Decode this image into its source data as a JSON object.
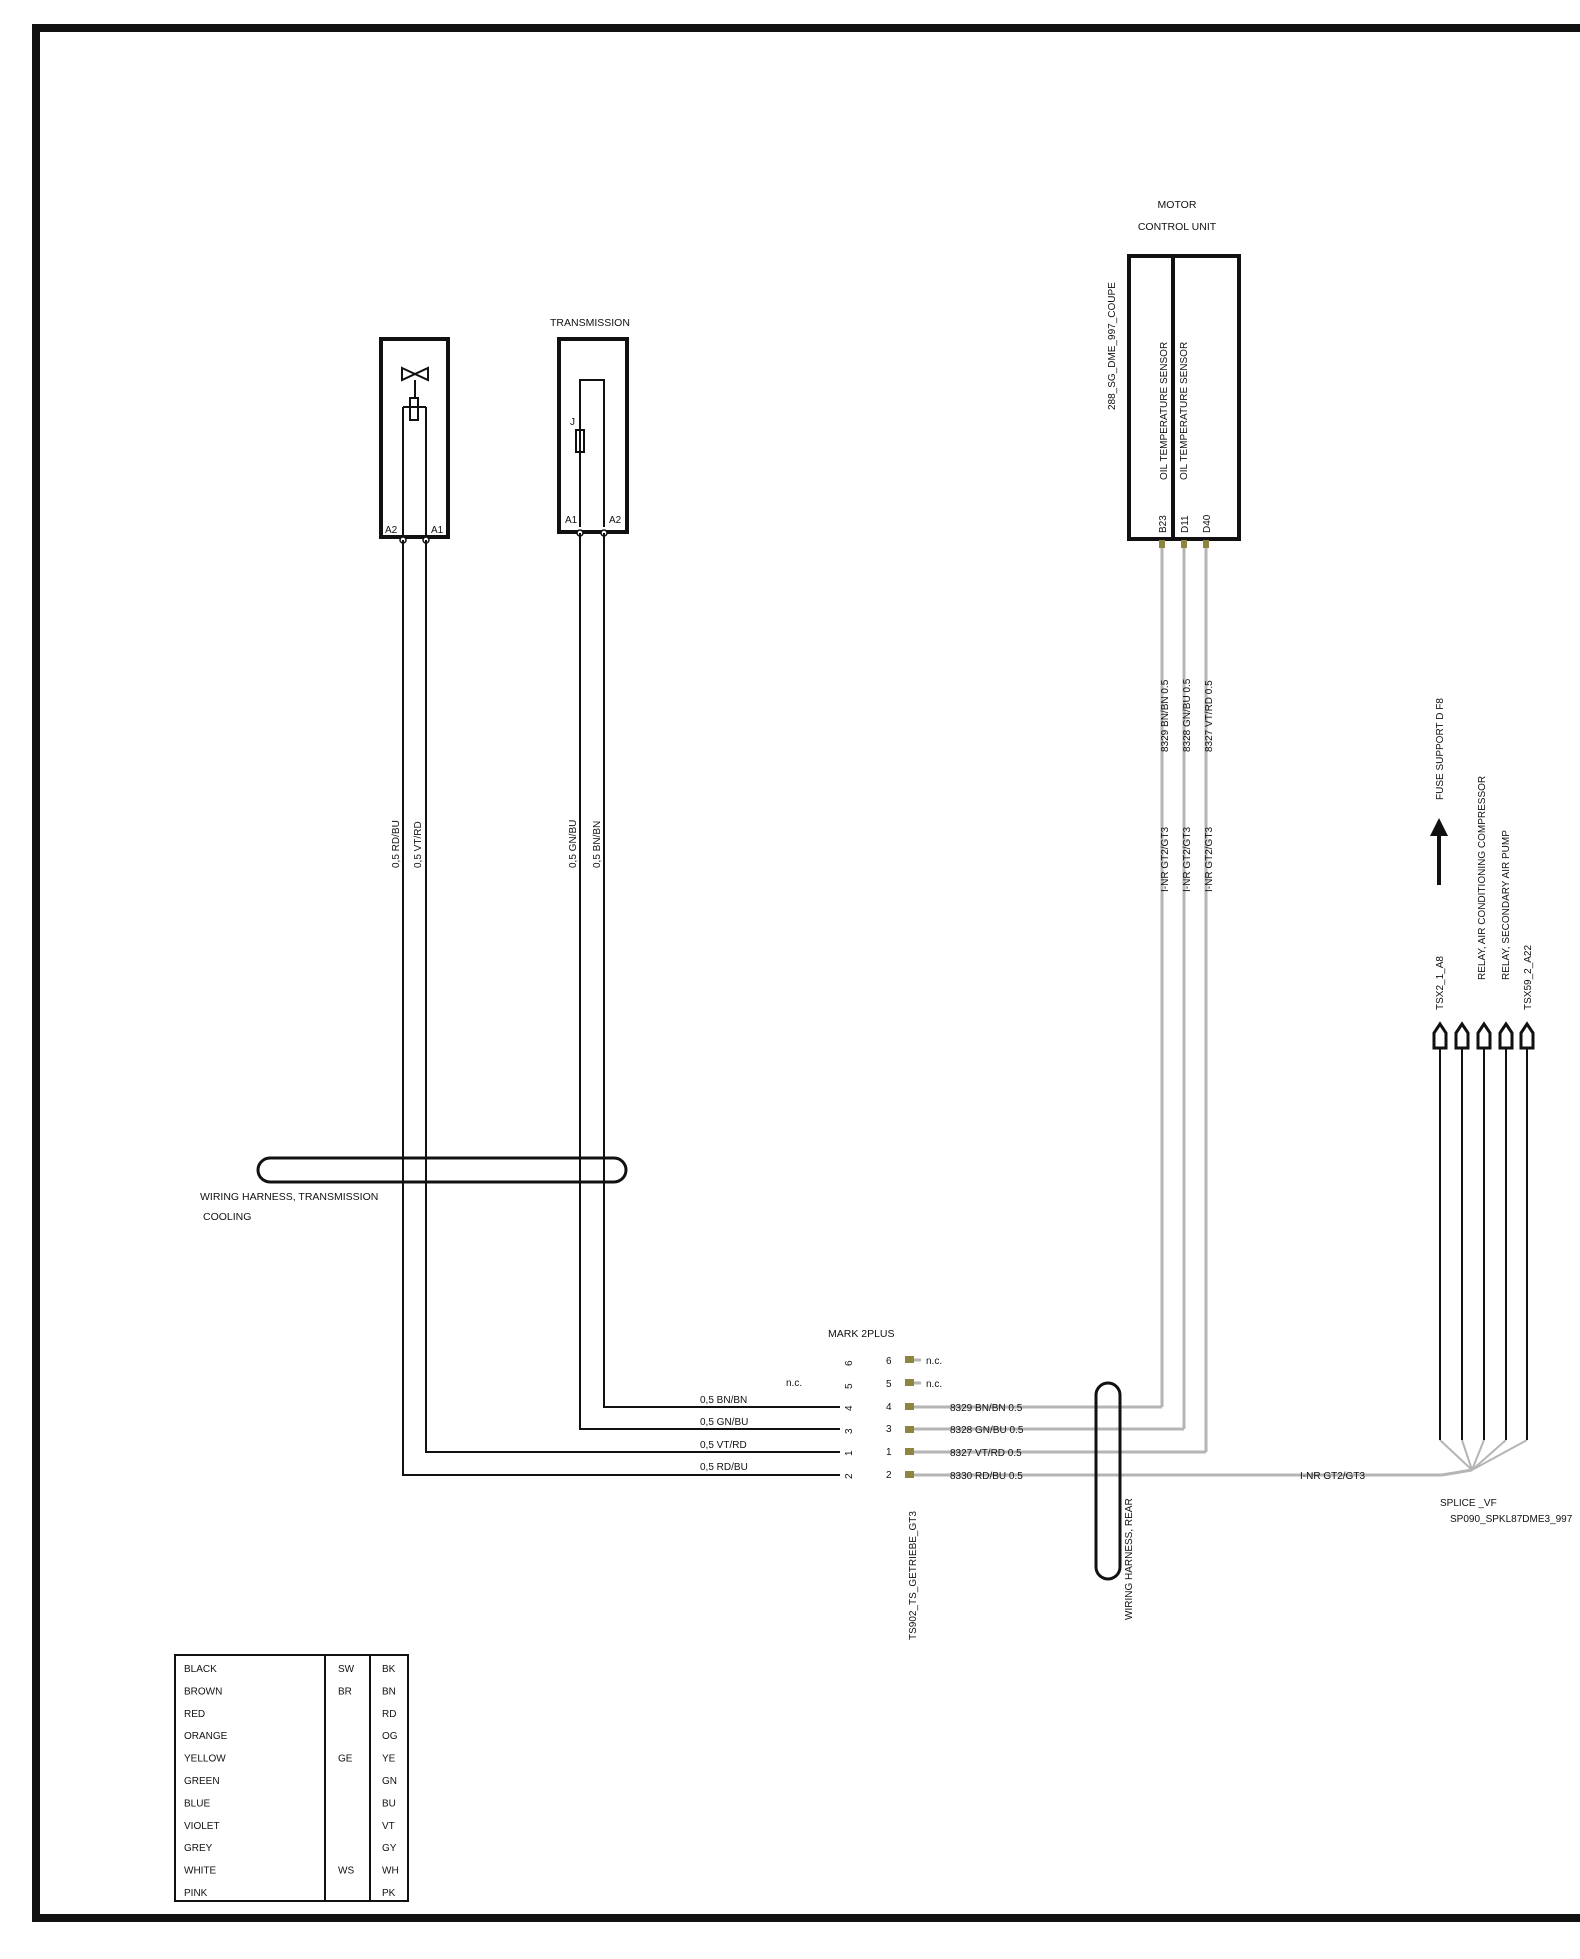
{
  "transmission": {
    "title": "TRANSMISSION"
  },
  "component_left": {
    "pins": [
      "A2",
      "A1"
    ]
  },
  "component_transmission": {
    "pins": [
      "A1",
      "A2"
    ],
    "symbol_label": "J"
  },
  "motor_control_unit": {
    "title_line1": "MOTOR",
    "title_line2": "CONTROL UNIT",
    "id": "288_SG_DME_997_COUPE",
    "sensor_labels": [
      "OIL TEMPERATURE SENSOR",
      "OIL TEMPERATURE SENSOR"
    ],
    "pins": [
      "B23",
      "D11",
      "D40"
    ],
    "wires": [
      "8329 BN/BN 0.5",
      "8328 GN/BU 0.5",
      "8327 VT/RD 0.5"
    ],
    "harness_labels": [
      "I-NR GT2/GT3",
      "I-NR GT2/GT3",
      "I-NR GT2/GT3"
    ]
  },
  "left_wires": {
    "labels": [
      "0,5 RD/BU",
      "0,5 VT/RD",
      "0,5 GN/BU",
      "0,5 BN/BN"
    ]
  },
  "harness_transmission": {
    "line1": "WIRING HARNESS, TRANSMISSION",
    "line2": "COOLING"
  },
  "connector": {
    "title": "MARK 2PLUS",
    "id": "TS902_TS_GETRIEBE_GT3",
    "left_nc": "n.c.",
    "left_pins": [
      "6",
      "5",
      "4",
      "3",
      "1",
      "2"
    ],
    "right_pins": [
      "6",
      "5",
      "4",
      "3",
      "1",
      "2"
    ],
    "right_nc": [
      "n.c.",
      "n.c."
    ],
    "incoming_wires": [
      "0,5 BN/BN",
      "0,5 GN/BU",
      "0,5 VT/RD",
      "0,5 RD/BU"
    ],
    "outgoing_wires": [
      "8329 BN/BN 0.5",
      "8328 GN/BU 0.5",
      "8327 VT/RD 0.5",
      "8330 RD/BU 0.5"
    ]
  },
  "harness_rear": {
    "label": "WIRING HARNESS, REAR"
  },
  "splice": {
    "line_label": "I-NR GT2/GT3",
    "name": "SPLICE _VF",
    "id": "SP090_SPKL87DME3_997"
  },
  "right_refs": {
    "fuse_support": "FUSE SUPPORT D F8",
    "relay_ac": "RELAY, AIR CONDITIONING COMPRESSOR",
    "relay_air": "RELAY, SECONDARY AIR PUMP",
    "tsx2": "TSX2_1_A8",
    "tsx59": "TSX59_2_A22"
  },
  "color_legend": [
    [
      "BLACK",
      "SW",
      "BK"
    ],
    [
      "BROWN",
      "BR",
      "BN"
    ],
    [
      "RED",
      "",
      "RD"
    ],
    [
      "ORANGE",
      "",
      "OG"
    ],
    [
      "YELLOW",
      "GE",
      "YE"
    ],
    [
      "GREEN",
      "",
      "GN"
    ],
    [
      "BLUE",
      "",
      "BU"
    ],
    [
      "VIOLET",
      "",
      "VT"
    ],
    [
      "GREY",
      "",
      "GY"
    ],
    [
      "WHITE",
      "WS",
      "WH"
    ],
    [
      "PINK",
      "",
      "PK"
    ]
  ]
}
